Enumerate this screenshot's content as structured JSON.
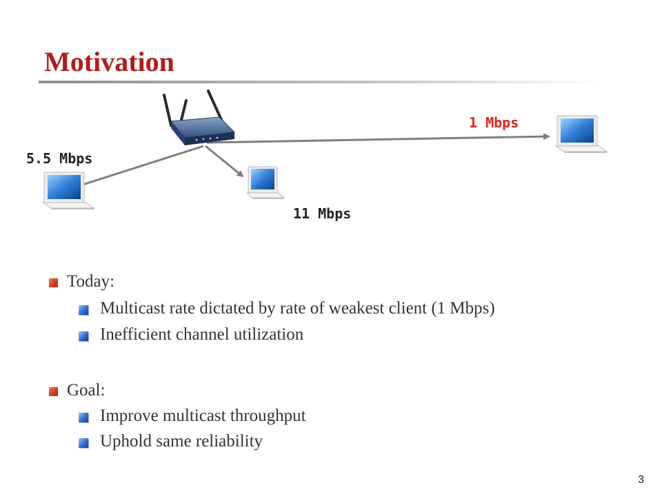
{
  "slide": {
    "title": "Motivation",
    "page_number": "3"
  },
  "diagram": {
    "links": [
      {
        "label": "1 Mbps",
        "color": "#e0241b"
      },
      {
        "label": "5.5 Mbps",
        "color": "#222222"
      },
      {
        "label": "11 Mbps",
        "color": "#222222"
      }
    ],
    "icons": [
      "wireless-router-icon",
      "laptop-icon",
      "laptop-icon",
      "laptop-icon"
    ]
  },
  "bullets": [
    {
      "text": "Today:",
      "children": [
        "Multicast rate dictated by rate of weakest client (1 Mbps)",
        "Inefficient channel utilization"
      ]
    },
    {
      "text": "Goal:",
      "children": [
        "Improve multicast throughput",
        "Uphold same reliability"
      ]
    }
  ],
  "colors": {
    "title": "#b01c1c",
    "body_text": "#333333",
    "bullet_level1": "#d8341c",
    "bullet_level2": "#2f6cd6",
    "link_arrow": "#7f7f7f"
  }
}
